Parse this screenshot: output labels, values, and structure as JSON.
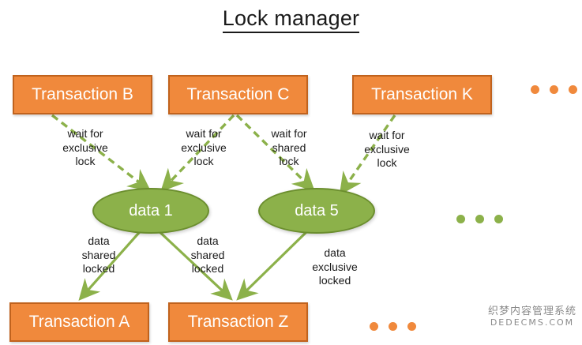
{
  "title": {
    "text": "Lock manager"
  },
  "colors": {
    "transaction_fill": "#F0893C",
    "transaction_border": "#C0621D",
    "data_fill": "#8CB14A",
    "data_border": "#6B8E2E",
    "edge_green": "#8CB14A",
    "text_dark": "#1a1a1a",
    "text_light": "#ffffff"
  },
  "transactions_top": [
    {
      "id": "transaction-b",
      "label": "Transaction B"
    },
    {
      "id": "transaction-c",
      "label": "Transaction C"
    },
    {
      "id": "transaction-k",
      "label": "Transaction K"
    }
  ],
  "transactions_bottom": [
    {
      "id": "transaction-a",
      "label": "Transaction A"
    },
    {
      "id": "transaction-z",
      "label": "Transaction Z"
    }
  ],
  "data_items": [
    {
      "id": "data-1",
      "label": "data 1"
    },
    {
      "id": "data-5",
      "label": "data 5"
    }
  ],
  "edge_labels": {
    "b_to_data1": "wait for\nexclusive\nlock",
    "c_to_data1": "wait for\nexclusive\nlock",
    "c_to_data5": "wait for\nshared\nlock",
    "k_to_data5": "wait for\nexclusive\nlock",
    "data1_to_a": "data\nshared\nlocked",
    "data1_to_z": "data\nshared\nlocked",
    "data5_to_z": "data\nexclusive\nlocked"
  },
  "edges": [
    {
      "from": "transaction-b",
      "to": "data-1",
      "style": "dashed",
      "label_key": "b_to_data1"
    },
    {
      "from": "transaction-c",
      "to": "data-1",
      "style": "dashed",
      "label_key": "c_to_data1"
    },
    {
      "from": "transaction-c",
      "to": "data-5",
      "style": "dashed",
      "label_key": "c_to_data5"
    },
    {
      "from": "transaction-k",
      "to": "data-5",
      "style": "dashed",
      "label_key": "k_to_data5"
    },
    {
      "from": "data-1",
      "to": "transaction-a",
      "style": "solid",
      "label_key": "data1_to_a"
    },
    {
      "from": "data-1",
      "to": "transaction-z",
      "style": "solid",
      "label_key": "data1_to_z"
    },
    {
      "from": "data-5",
      "to": "transaction-z",
      "style": "solid",
      "label_key": "data5_to_z"
    }
  ],
  "ellipsis_groups": [
    {
      "id": "ellipsis-transactions-top",
      "color": "orange",
      "count": 3
    },
    {
      "id": "ellipsis-data",
      "color": "green",
      "count": 3
    },
    {
      "id": "ellipsis-transactions-bottom",
      "color": "orange",
      "count": 3
    }
  ],
  "watermark": {
    "cn": "织梦内容管理系统",
    "en": "DEDECMS.COM"
  }
}
